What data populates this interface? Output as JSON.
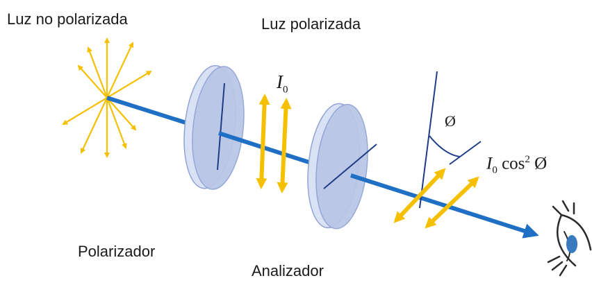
{
  "labels": {
    "unpolarized": "Luz no polarizada",
    "polarized": "Luz polarizada",
    "polarizer": "Polarizador",
    "analyzer": "Analizador"
  },
  "math": {
    "i0_symbol": "I",
    "i0_sub": "0",
    "angle_symbol": "Ø",
    "out_symbol": "I",
    "out_sub": "0",
    "out_func": "cos",
    "out_sup": "2",
    "out_angle": "Ø"
  },
  "colors": {
    "beam": "#1f6fc5",
    "light_arrows": "#f5c000",
    "filter_face": "#b9c6e6",
    "filter_edge": "#8fa3d4",
    "axis_line": "#1f3c88",
    "eye": "#3a7bbf"
  }
}
